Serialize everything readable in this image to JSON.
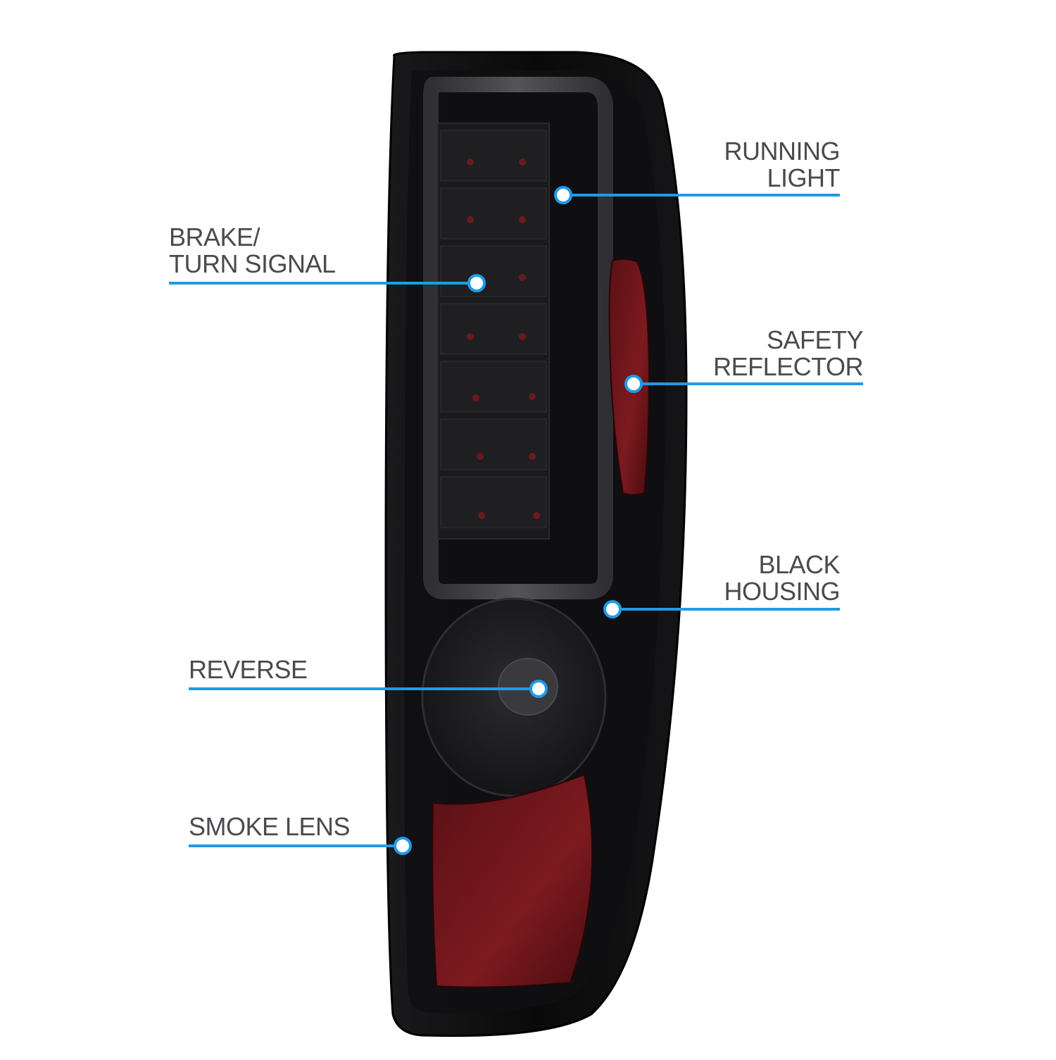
{
  "colors": {
    "accent": "#1e9be9",
    "label_text": "#4a4a4f",
    "housing": "#0b0b0c",
    "reflector_red": "#7a1418",
    "background": "#ffffff"
  },
  "callouts": {
    "running_light": {
      "line1": "RUNNING",
      "line2": "LIGHT"
    },
    "brake_turn": {
      "line1": "BRAKE/",
      "line2": "TURN SIGNAL"
    },
    "safety_reflector": {
      "line1": "SAFETY",
      "line2": "REFLECTOR"
    },
    "black_housing": {
      "line1": "BLACK",
      "line2": "HOUSING"
    },
    "reverse": {
      "line1": "REVERSE"
    },
    "smoke_lens": {
      "line1": "SMOKE LENS"
    }
  }
}
